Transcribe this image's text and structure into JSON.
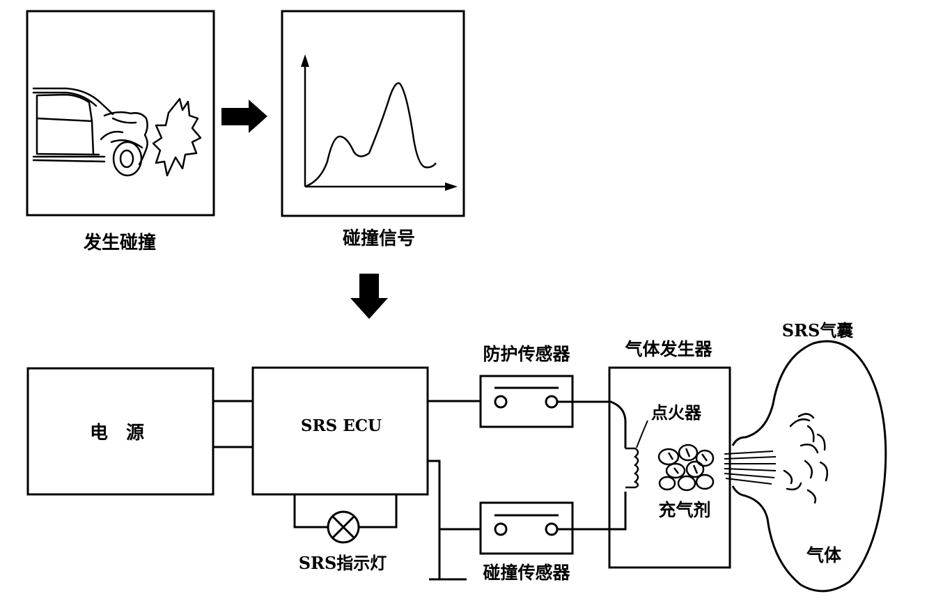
{
  "labels": {
    "collision": "发生碰撞",
    "collision_signal": "碰撞信号",
    "power_supply": "电　源",
    "ecu": "SRS ECU",
    "indicator_lamp": "SRS指示灯",
    "safing_sensor": "防护传感器",
    "crash_sensor": "碰撞传感器",
    "gas_generator": "气体发生器",
    "igniter": "点火器",
    "propellant": "充气剂",
    "airbag": "SRS气囊",
    "gas": "气体"
  },
  "colors": {
    "line": "#000000",
    "background": "#ffffff"
  }
}
